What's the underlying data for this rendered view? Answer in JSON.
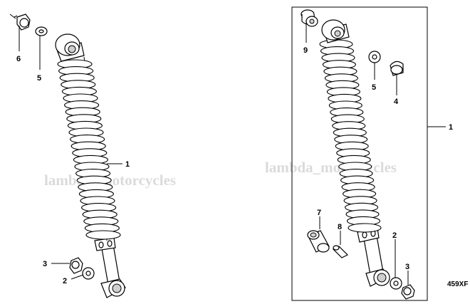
{
  "watermarks": [
    "lambda_motorcycles",
    "lambda_motorcycles"
  ],
  "diagram_code": "459XF",
  "labels": {
    "left_6": "6",
    "left_5": "5",
    "left_1": "1",
    "left_3": "3",
    "left_2": "2",
    "right_9": "9",
    "right_5": "5",
    "right_4": "4",
    "right_1": "1",
    "right_7": "7",
    "right_8": "8",
    "right_2": "2",
    "right_3": "3"
  }
}
